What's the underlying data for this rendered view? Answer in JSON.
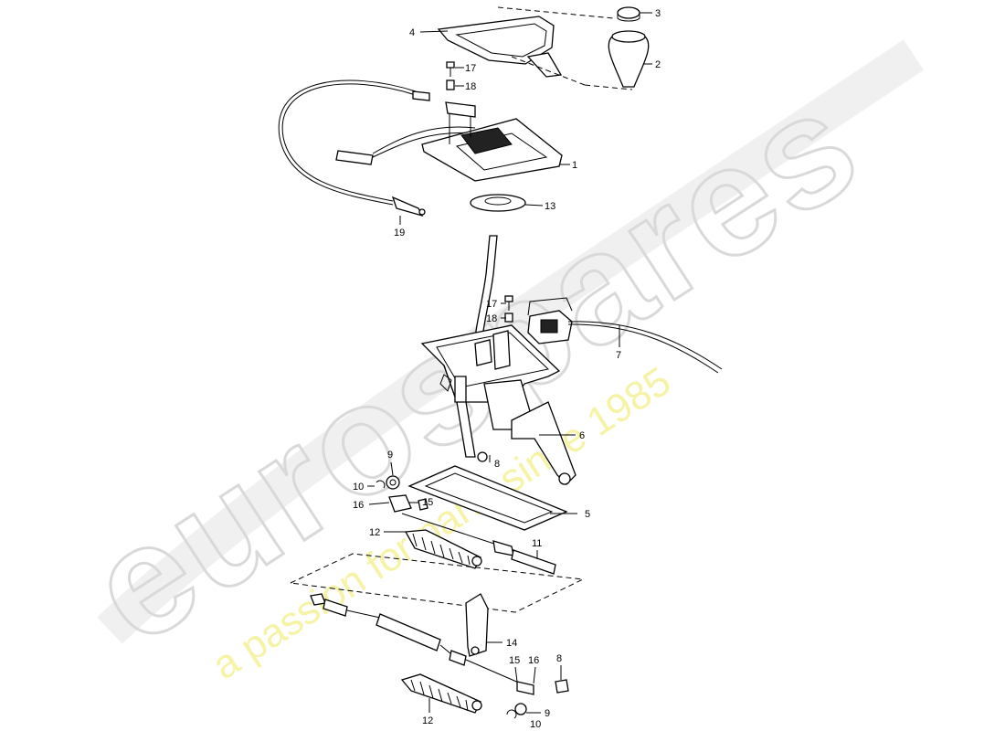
{
  "watermark": {
    "brand": "eurospares",
    "tagline": "a passion for parts since 1985"
  },
  "callouts": [
    {
      "id": "c4",
      "text": "4"
    },
    {
      "id": "c3",
      "text": "3"
    },
    {
      "id": "c2",
      "text": "2"
    },
    {
      "id": "c17a",
      "text": "17"
    },
    {
      "id": "c18a",
      "text": "18"
    },
    {
      "id": "c1",
      "text": "1"
    },
    {
      "id": "c13",
      "text": "13"
    },
    {
      "id": "c19",
      "text": "19"
    },
    {
      "id": "c17b",
      "text": "17"
    },
    {
      "id": "c18b",
      "text": "18"
    },
    {
      "id": "c7",
      "text": "7"
    },
    {
      "id": "c6",
      "text": "6"
    },
    {
      "id": "c9a",
      "text": "9"
    },
    {
      "id": "c8a",
      "text": "8"
    },
    {
      "id": "c10a",
      "text": "10"
    },
    {
      "id": "c15a",
      "text": "15"
    },
    {
      "id": "c16a",
      "text": "16"
    },
    {
      "id": "c5",
      "text": "5"
    },
    {
      "id": "c12a",
      "text": "12"
    },
    {
      "id": "c11",
      "text": "11"
    },
    {
      "id": "c14",
      "text": "14"
    },
    {
      "id": "c15b",
      "text": "15"
    },
    {
      "id": "c16b",
      "text": "16"
    },
    {
      "id": "c8b",
      "text": "8"
    },
    {
      "id": "c12b",
      "text": "12"
    },
    {
      "id": "c9b",
      "text": "9"
    },
    {
      "id": "c10b",
      "text": "10"
    }
  ]
}
